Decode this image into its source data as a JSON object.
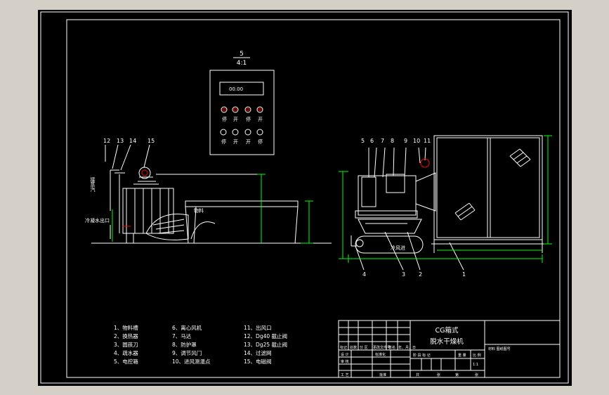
{
  "drawing": {
    "background": "#000000",
    "line_color": "#ffffff",
    "dim_color": "#00ff00",
    "accent_color": "#ff0000",
    "outer_bg": "#d4d0c8"
  },
  "panel": {
    "scale_num": "5",
    "scale_den": "4:1",
    "display": "00.00",
    "row1": [
      "停",
      "开",
      "停",
      "开"
    ],
    "row2": [
      "停",
      "开",
      "开",
      "停"
    ]
  },
  "side_callouts": [
    "12",
    "13",
    "14",
    "15"
  ],
  "front_callouts": [
    "5",
    "6",
    "7",
    "8",
    "9",
    "10",
    "11"
  ],
  "bottom_callouts": [
    "4",
    "3",
    "2",
    "1"
  ],
  "side_labels": {
    "steam": "接蒸汽",
    "material": "物料",
    "cond_outlet": "冷凝水出口"
  },
  "front_labels": {
    "air_in": "冷风进"
  },
  "parts_list": {
    "col1": [
      "1、物料槽",
      "2、换热器",
      "3、圆孩刀",
      "4、疏水器",
      "5、电控箱"
    ],
    "col2": [
      "6、离心风机",
      "7、马达",
      "8、防护罩",
      "9、调节风门",
      "10、进风测温点"
    ],
    "col3": [
      "11、出风口",
      "12、Dg40 截止阀",
      "13、Dg25 截止阀",
      "14、过滤网",
      "15、电磁阀"
    ]
  },
  "title_block": {
    "title_line1": "CG箱式",
    "title_line2": "脱水干燥机",
    "row_labels": [
      "标记",
      "处数",
      "分 区",
      "更改文件号",
      "签名",
      "年、月、日"
    ],
    "left_rows": [
      "设 计",
      "审 核",
      "工 艺"
    ],
    "std_label": "标准化",
    "approve_label": "批准",
    "mid_headers": [
      "阶 段 标 记",
      "重 量",
      "比 例"
    ],
    "ratio": "1:1",
    "sheet_row": [
      "共",
      "张",
      "第",
      "张"
    ],
    "extra": "材料  图纸图号"
  }
}
